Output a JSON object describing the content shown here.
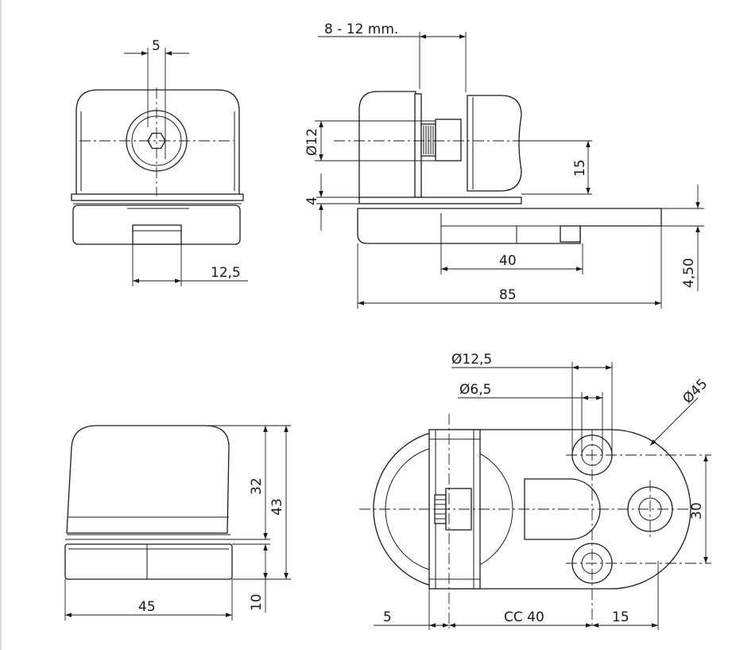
{
  "colors": {
    "line": "#1a1a1a",
    "background": "#ffffff",
    "edge": "#d9d9d9"
  },
  "dimensions": {
    "hex_width": "5",
    "slot_width": "12,5",
    "glass_range": "8 - 12 mm.",
    "bolt_diameter": "Ø12",
    "bolt_height": "15",
    "base_thickness": "4",
    "base_length_40": "40",
    "total_length": "85",
    "plate_thickness": "4,50",
    "front_height": "32",
    "total_height": "43",
    "base_height": "10",
    "front_width": "45",
    "washer_diameter": "Ø12,5",
    "hole_diameter": "Ø6,5",
    "radius": "Ø45",
    "hole_spacing": "30",
    "left_offset": "5",
    "center_distance": "CC 40",
    "right_offset": "15"
  }
}
